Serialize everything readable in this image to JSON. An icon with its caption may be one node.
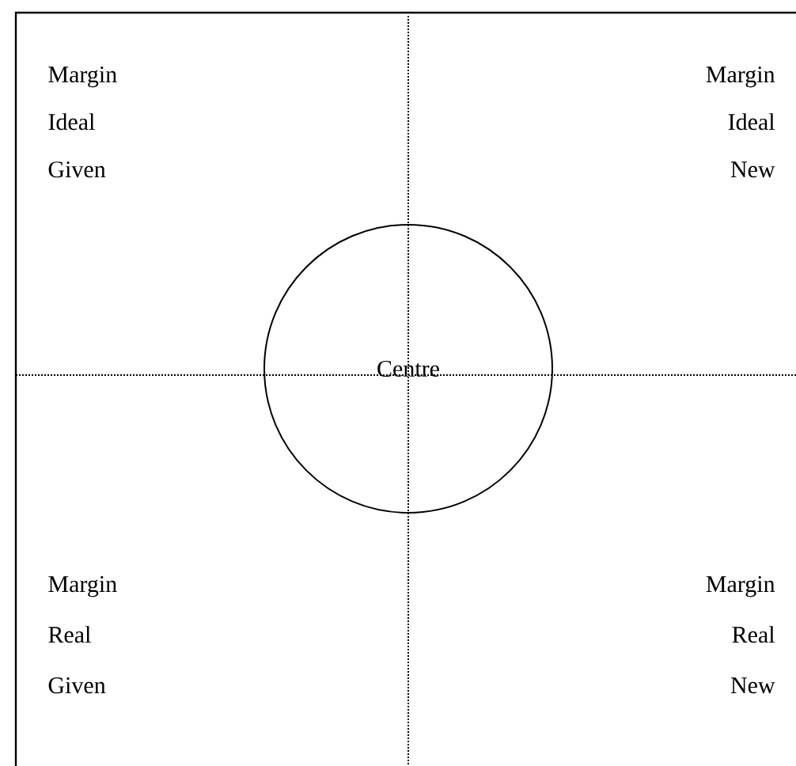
{
  "diagram": {
    "nodes": [
      {
        "text": [
          "Centre"
        ]
      }
    ],
    "labels": [
      "Margin",
      "Margin",
      "Ideal",
      "Ideal",
      "Given",
      "New",
      "Margin",
      "Margin",
      "Real",
      "Real",
      "Given",
      "New"
    ]
  }
}
